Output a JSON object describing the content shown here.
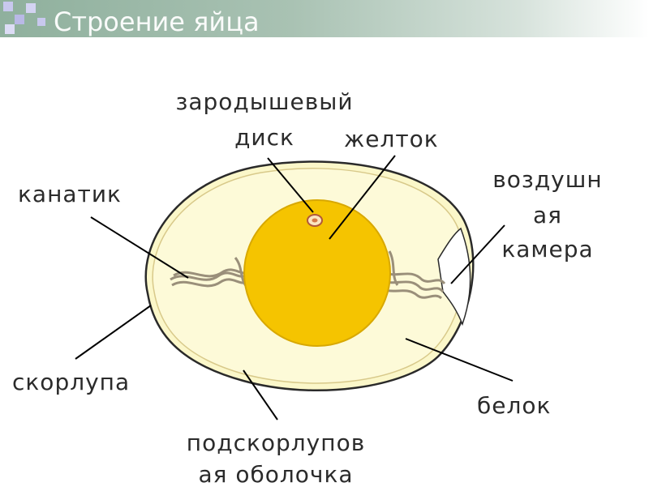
{
  "slide": {
    "title": "Строение яйца"
  },
  "diagram": {
    "labels": {
      "germinal_disc_line1": "зародышевый",
      "germinal_disc_line2": "диск",
      "yolk": "желток",
      "chalaza": "канатик",
      "air_cell_line1": "воздушн",
      "air_cell_line2": "ая",
      "air_cell_line3": "камера",
      "shell": "скорлупа",
      "albumen": "белок",
      "membrane_line1": "подскорлупов",
      "membrane_line2": "ая оболочка"
    },
    "colors": {
      "yolk": "#f5c400",
      "albumen": "#fbf7c9",
      "shell_outline": "#2a2a2a",
      "title_text": "#ffffff",
      "label_text": "#2b2b2b",
      "accent_squares": "#b9b9e6"
    }
  }
}
